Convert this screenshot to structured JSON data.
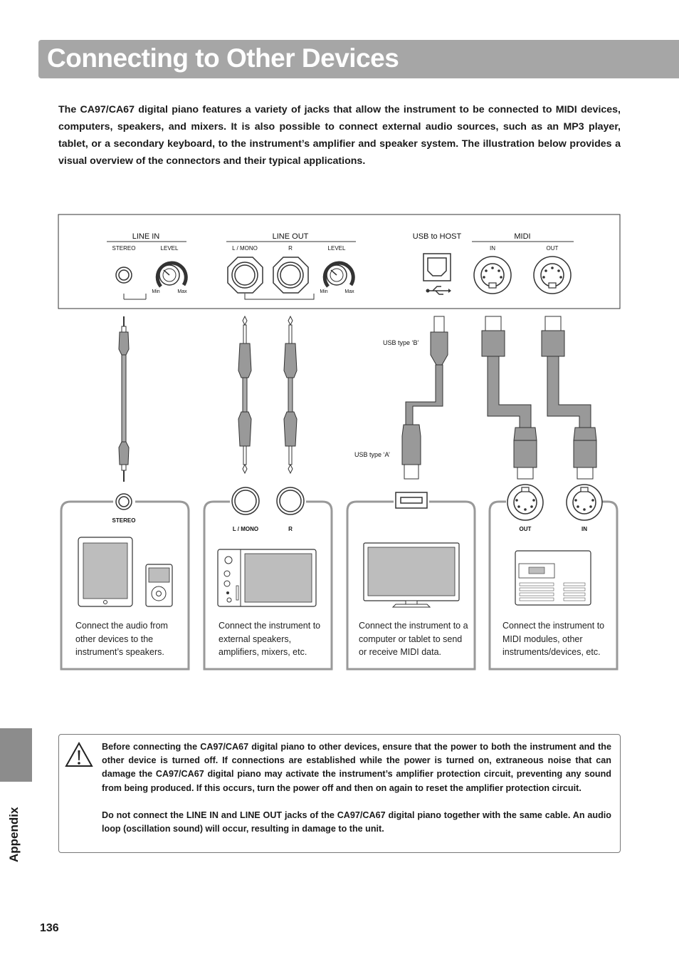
{
  "header": {
    "title": "Connecting to Other Devices"
  },
  "intro": "The CA97/CA67 digital piano features a variety of jacks that allow the instrument to be connected to MIDI devices, computers, speakers, and mixers.  It is also possible to connect external audio sources, such as an MP3 player, tablet, or a secondary keyboard, to the instrument’s amplifier and speaker system.  The illustration below provides a visual overview of the connectors and their typical applications.",
  "panel": {
    "line_in": {
      "title": "LINE IN",
      "stereo": "STEREO",
      "level": "LEVEL",
      "min": "Min",
      "max": "Max"
    },
    "line_out": {
      "title": "LINE OUT",
      "l_mono": "L / MONO",
      "r": "R",
      "level": "LEVEL",
      "min": "Min",
      "max": "Max"
    },
    "usb": {
      "title": "USB to HOST"
    },
    "midi": {
      "title": "MIDI",
      "in": "IN",
      "out": "OUT"
    }
  },
  "cables": {
    "usb_b": "USB type ‘B’",
    "usb_a": "USB type ‘A’"
  },
  "devices": {
    "stereo": "STEREO",
    "l_mono": "L / MONO",
    "r": "R",
    "midi_out": "OUT",
    "midi_in": "IN"
  },
  "captions": [
    "Connect the audio from other devices to the instrument’s speakers.",
    "Connect the instrument to external speakers, amplifiers, mixers, etc.",
    "Connect the instrument to a computer or tablet to send or receive MIDI data.",
    "Connect the instrument to MIDI modules, other instruments/devices, etc."
  ],
  "warning": {
    "p1": "Before connecting the CA97/CA67 digital piano to other devices, ensure that the power to both the instrument and the other device is turned off.  If connections are established while the power is turned on, extraneous noise that can damage the CA97/CA67 digital piano may activate the instrument’s amplifier protection circuit, preventing any sound from being produced. If this occurs, turn the power off and then on again to reset the amplifier protection circuit.",
    "p2": "Do not connect the LINE IN and LINE OUT jacks of the CA97/CA67 digital piano together with the same cable.  An audio loop (oscillation sound) will occur, resulting in damage to the unit."
  },
  "sidebar": {
    "section": "Appendix"
  },
  "footer": {
    "page_number": "136"
  }
}
